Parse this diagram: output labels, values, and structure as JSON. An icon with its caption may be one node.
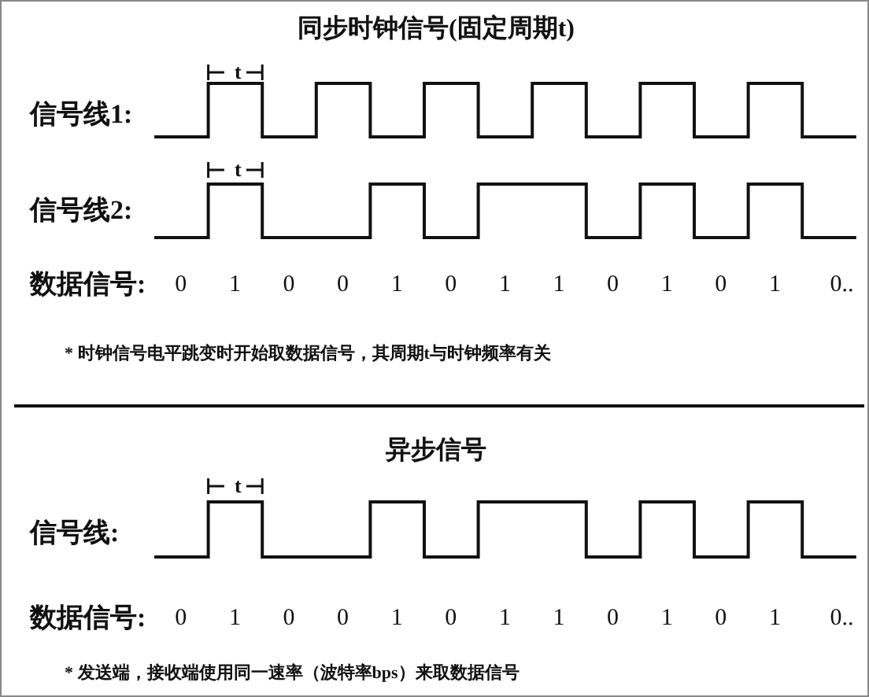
{
  "diagram": {
    "labels": [
      "同步时钟信号(固定周期t)",
      "t",
      "信号线1:",
      "t",
      "信号线2:",
      "数据信号:",
      "0",
      "1",
      "0",
      "0",
      "1",
      "0",
      "1",
      "1",
      "0",
      "1",
      "0",
      "1",
      "0..",
      "* 时钟信号电平跳变时开始取数据信号，其周期t与时钟频率有关",
      "异步信号",
      "t",
      "信号线:",
      "数据信号:",
      "0",
      "1",
      "0",
      "0",
      "1",
      "0",
      "1",
      "1",
      "0",
      "1",
      "0",
      "1",
      "0..",
      "* 发送端，接收端使用同一速率（波特率bps）来取数据信号"
    ]
  }
}
